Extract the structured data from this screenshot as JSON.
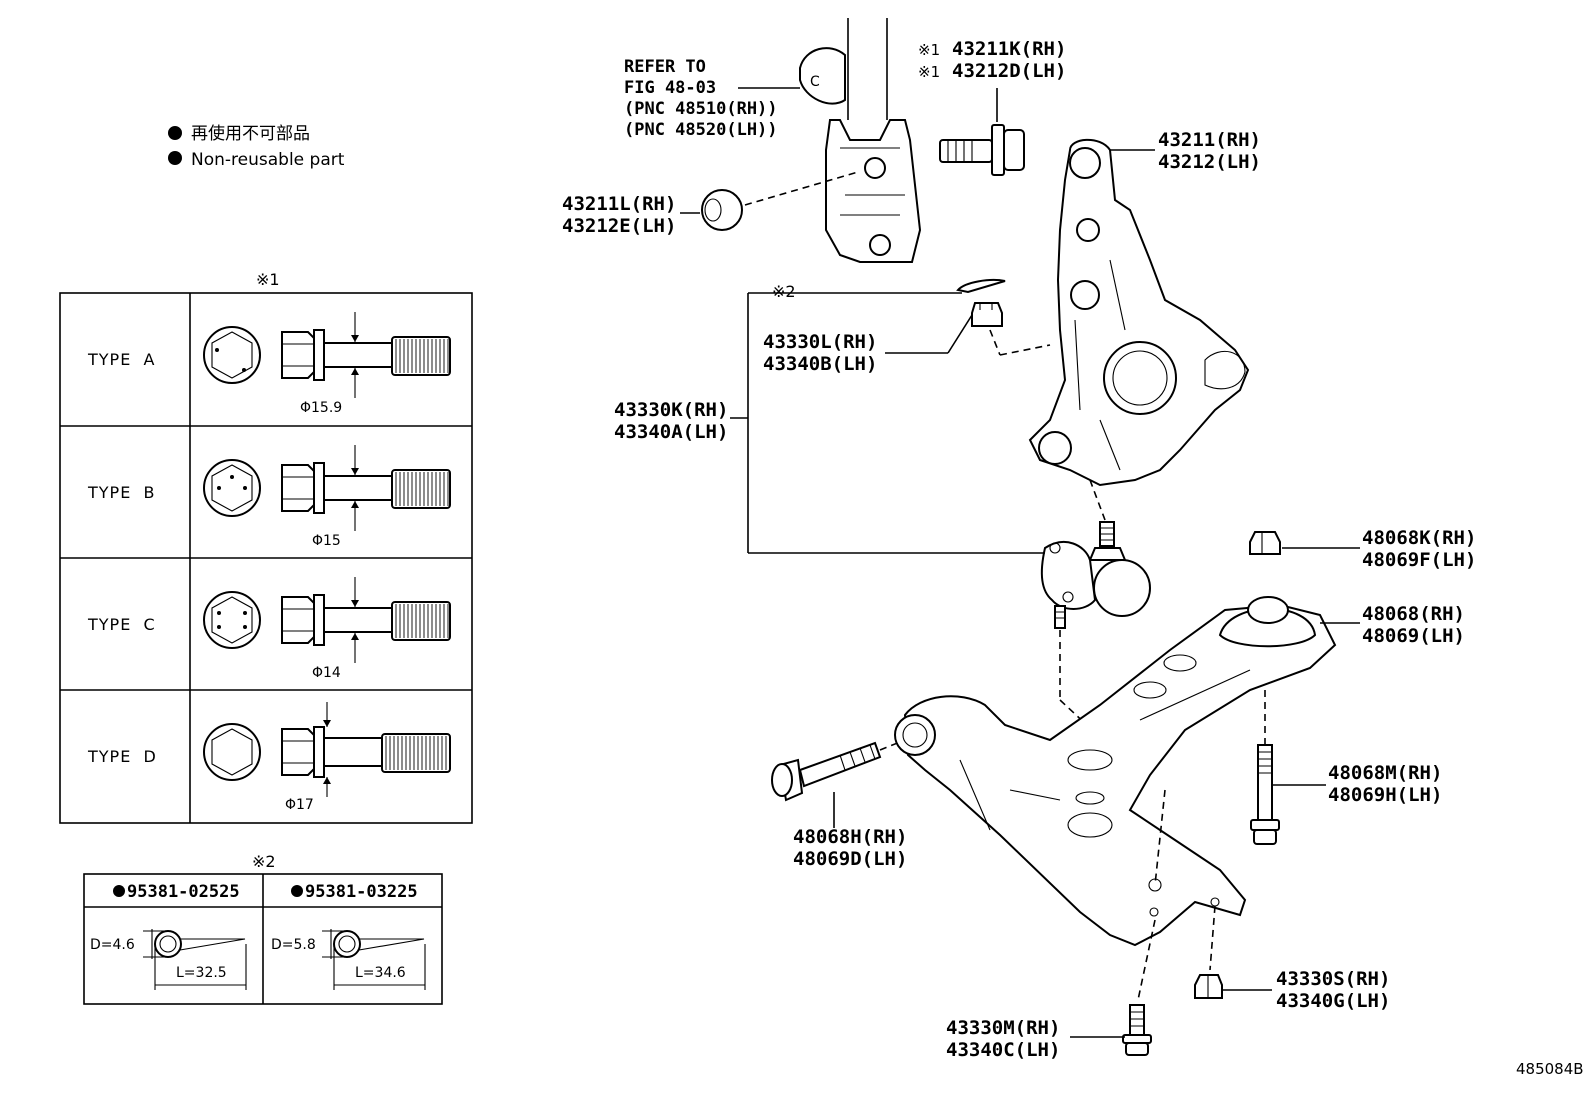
{
  "legend": {
    "line_ja": "再使用不可部品",
    "line_en": "Non-reusable part"
  },
  "table1": {
    "mark": "※1",
    "rows": [
      {
        "type": "TYPE  A",
        "diameter": "Φ15.9"
      },
      {
        "type": "TYPE  B",
        "diameter": "Φ15"
      },
      {
        "type": "TYPE  C",
        "diameter": "Φ14"
      },
      {
        "type": "TYPE  D",
        "diameter": "Φ17"
      }
    ]
  },
  "table2": {
    "mark": "※2",
    "cols": [
      {
        "part": "95381-02525",
        "d": "D=4.6",
        "l": "L=32.5"
      },
      {
        "part": "95381-03225",
        "d": "D=5.8",
        "l": "L=34.6"
      }
    ]
  },
  "labels": {
    "refer": [
      "REFER TO",
      "FIG 48-03",
      "(PNC 48510(RH))",
      "(PNC 48520(LH))"
    ],
    "bolt_top": {
      "mark": "※1",
      "rh": "43211K(RH)",
      "lh": "43212D(LH)"
    },
    "knuckle": {
      "rh": "43211(RH)",
      "lh": "43212(LH)"
    },
    "washer": {
      "rh": "43211L(RH)",
      "lh": "43212E(LH)"
    },
    "pin_mark": "※2",
    "nut": {
      "rh": "43330L(RH)",
      "lh": "43340B(LH)"
    },
    "ball_joint": {
      "rh": "43330K(RH)",
      "lh": "43340A(LH)"
    },
    "bushing_nut": {
      "rh": "48068K(RH)",
      "lh": "48069F(LH)"
    },
    "arm": {
      "rh": "48068(RH)",
      "lh": "48069(LH)"
    },
    "rear_bolt": {
      "rh": "48068M(RH)",
      "lh": "48069H(LH)"
    },
    "front_bolt": {
      "rh": "48068H(RH)",
      "lh": "48069D(LH)"
    },
    "bj_nut": {
      "rh": "43330S(RH)",
      "lh": "43340G(LH)"
    },
    "bj_bolt": {
      "rh": "43330M(RH)",
      "lh": "43340C(LH)"
    }
  },
  "figure_id": "485084B"
}
